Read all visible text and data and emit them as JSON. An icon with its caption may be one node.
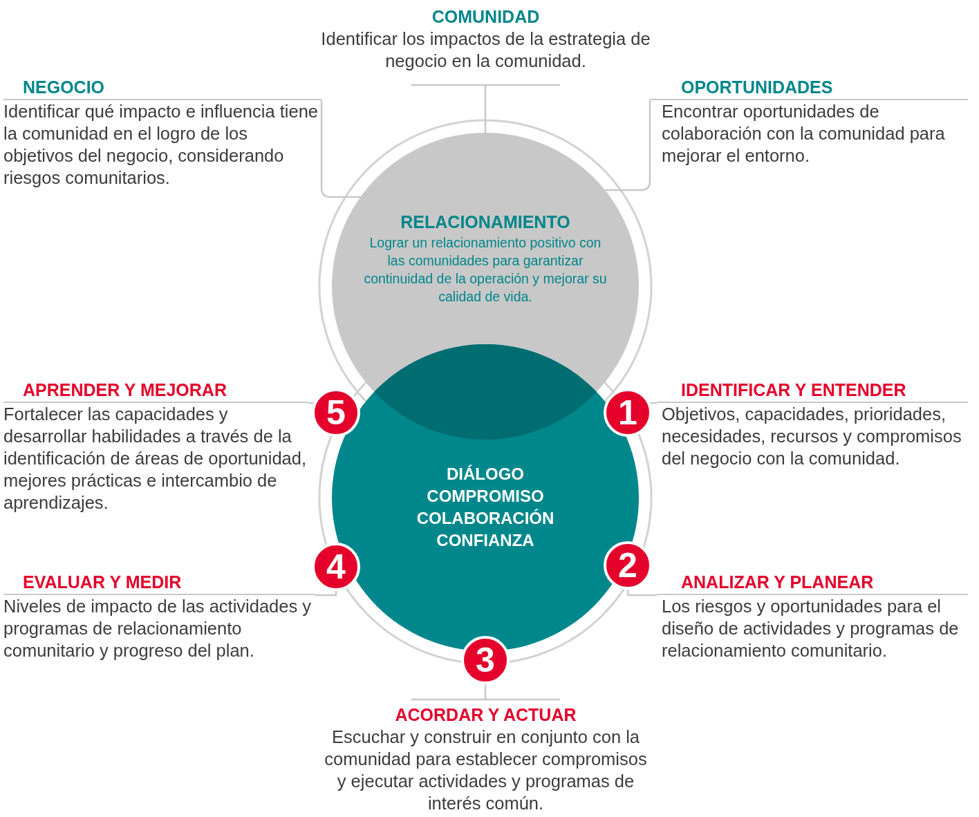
{
  "diagram": {
    "nodes": [
      {
        "text": [
          "COMUNIDAD",
          "Identificar los impactos de la estrategia de negocio en la comunidad."
        ]
      },
      {
        "text": [
          "NEGOCIO",
          "Identificar qué impacto e influencia tiene la comunidad en el logro de los objetivos del negocio, considerando riesgos comunitarios."
        ]
      },
      {
        "text": [
          "OPORTUNIDADES",
          "Encontrar oportunidades de colaboración con la comunidad para mejorar el entorno."
        ]
      },
      {
        "text": [
          "RELACIONAMIENTO",
          "Lograr un relacionamiento positivo con las comunidades para garantizar continuidad de la operación y mejorar su calidad de vida."
        ]
      },
      {
        "text": [
          "DIÁLOGO",
          "COMPROMISO",
          "COLABORACIÓN",
          "CONFIANZA"
        ]
      },
      {
        "text": [
          "APRENDER Y MEJORAR",
          "Fortalecer las capacidades y desarrollar habilidades a través de la identificación de áreas de oportunidad, mejores prácticas e intercambio de aprendizajes."
        ]
      },
      {
        "text": [
          "IDENTIFICAR Y ENTENDER",
          "Objetivos, capacidades, prioridades, necesidades, recursos y compromisos del negocio con la comunidad."
        ]
      },
      {
        "text": [
          "EVALUAR Y MEDIR",
          "Niveles de impacto de las actividades y programas de relacionamiento comunitario y progreso del plan."
        ]
      },
      {
        "text": [
          "ANALIZAR Y PLANEAR",
          "Los riesgos y oportunidades para el diseño de actividades y programas de relacionamiento comunitario."
        ]
      },
      {
        "text": [
          "ACORDAR Y ACTUAR",
          "Escuchar y construir en conjunto con la comunidad para establecer compromisos y ejecutar actividades y programas de interés común."
        ]
      },
      {
        "text": [
          "5"
        ]
      },
      {
        "text": [
          "1"
        ]
      },
      {
        "text": [
          "4"
        ]
      },
      {
        "text": [
          "2"
        ]
      },
      {
        "text": [
          "3"
        ]
      }
    ],
    "edges": [
      {
        "from": 0,
        "to": 3,
        "arrow": "none"
      },
      {
        "from": 1,
        "to": 3,
        "arrow": "none"
      },
      {
        "from": 2,
        "to": 3,
        "arrow": "none"
      },
      {
        "from": 5,
        "to": 10,
        "arrow": "none"
      },
      {
        "from": 6,
        "to": 11,
        "arrow": "none"
      },
      {
        "from": 7,
        "to": 12,
        "arrow": "none"
      },
      {
        "from": 8,
        "to": 13,
        "arrow": "none"
      },
      {
        "from": 9,
        "to": 14,
        "arrow": "none"
      }
    ]
  }
}
